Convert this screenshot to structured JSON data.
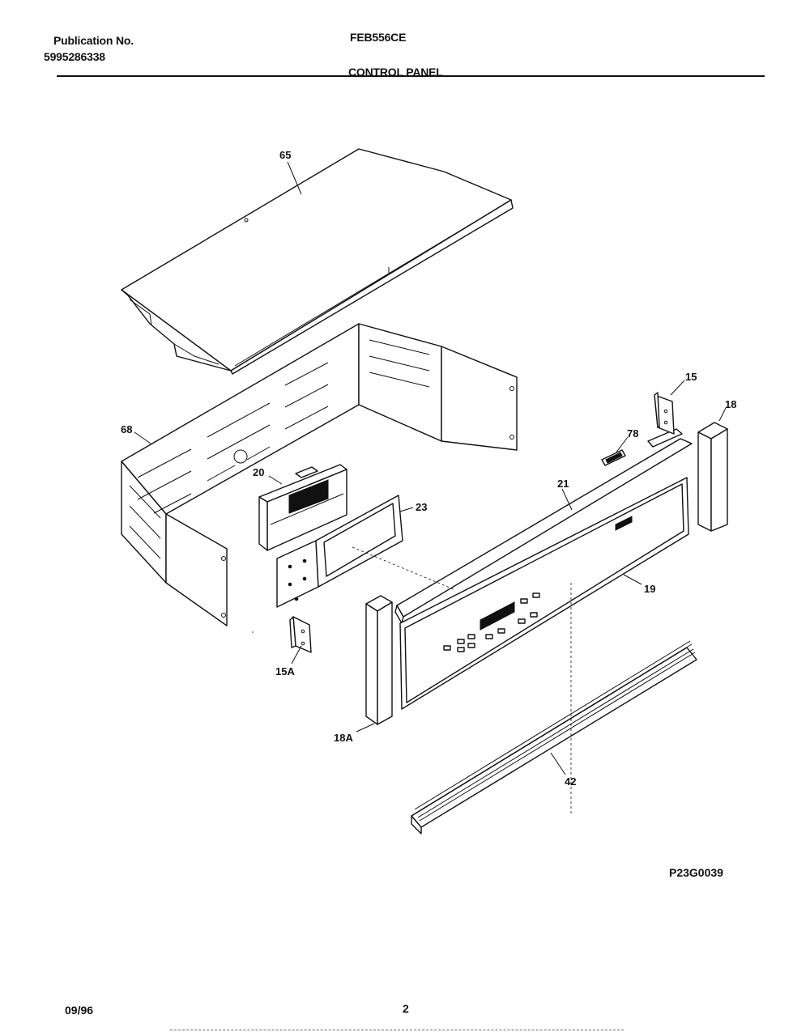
{
  "header": {
    "publication_label": "Publication No.",
    "publication_number": "5995286338",
    "model": "FEB556CE",
    "section_title": "CONTROL PANEL"
  },
  "callouts": {
    "p65": "65",
    "p68": "68",
    "p20": "20",
    "p23": "23",
    "p15A": "15A",
    "p18A": "18A",
    "p21": "21",
    "p78": "78",
    "p15": "15",
    "p18": "18",
    "p19": "19",
    "p42": "42"
  },
  "diagram_code": "P23G0039",
  "footer": {
    "date": "09/96",
    "page": "2"
  }
}
